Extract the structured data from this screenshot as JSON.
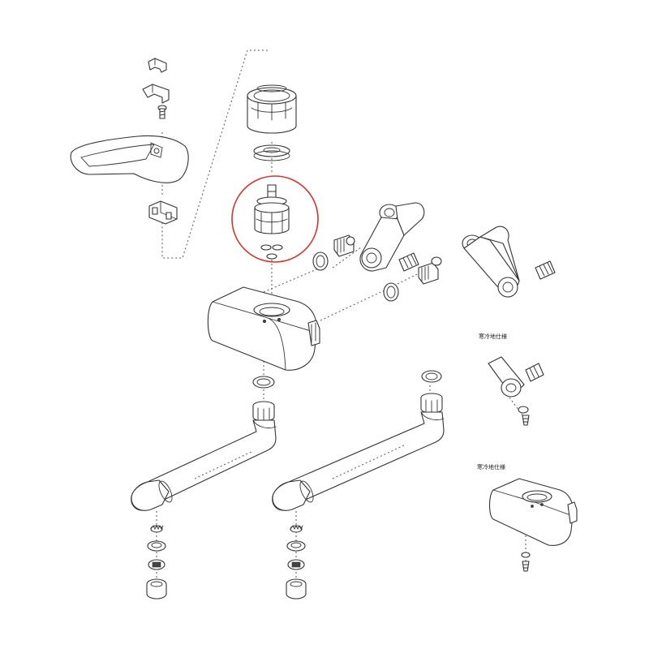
{
  "variant_labels": {
    "upper": "寒冷地仕様",
    "lower": "寒冷地仕様"
  },
  "highlight": {
    "part": "cartridge",
    "color": "#d9322b"
  },
  "line_color": "#333333"
}
